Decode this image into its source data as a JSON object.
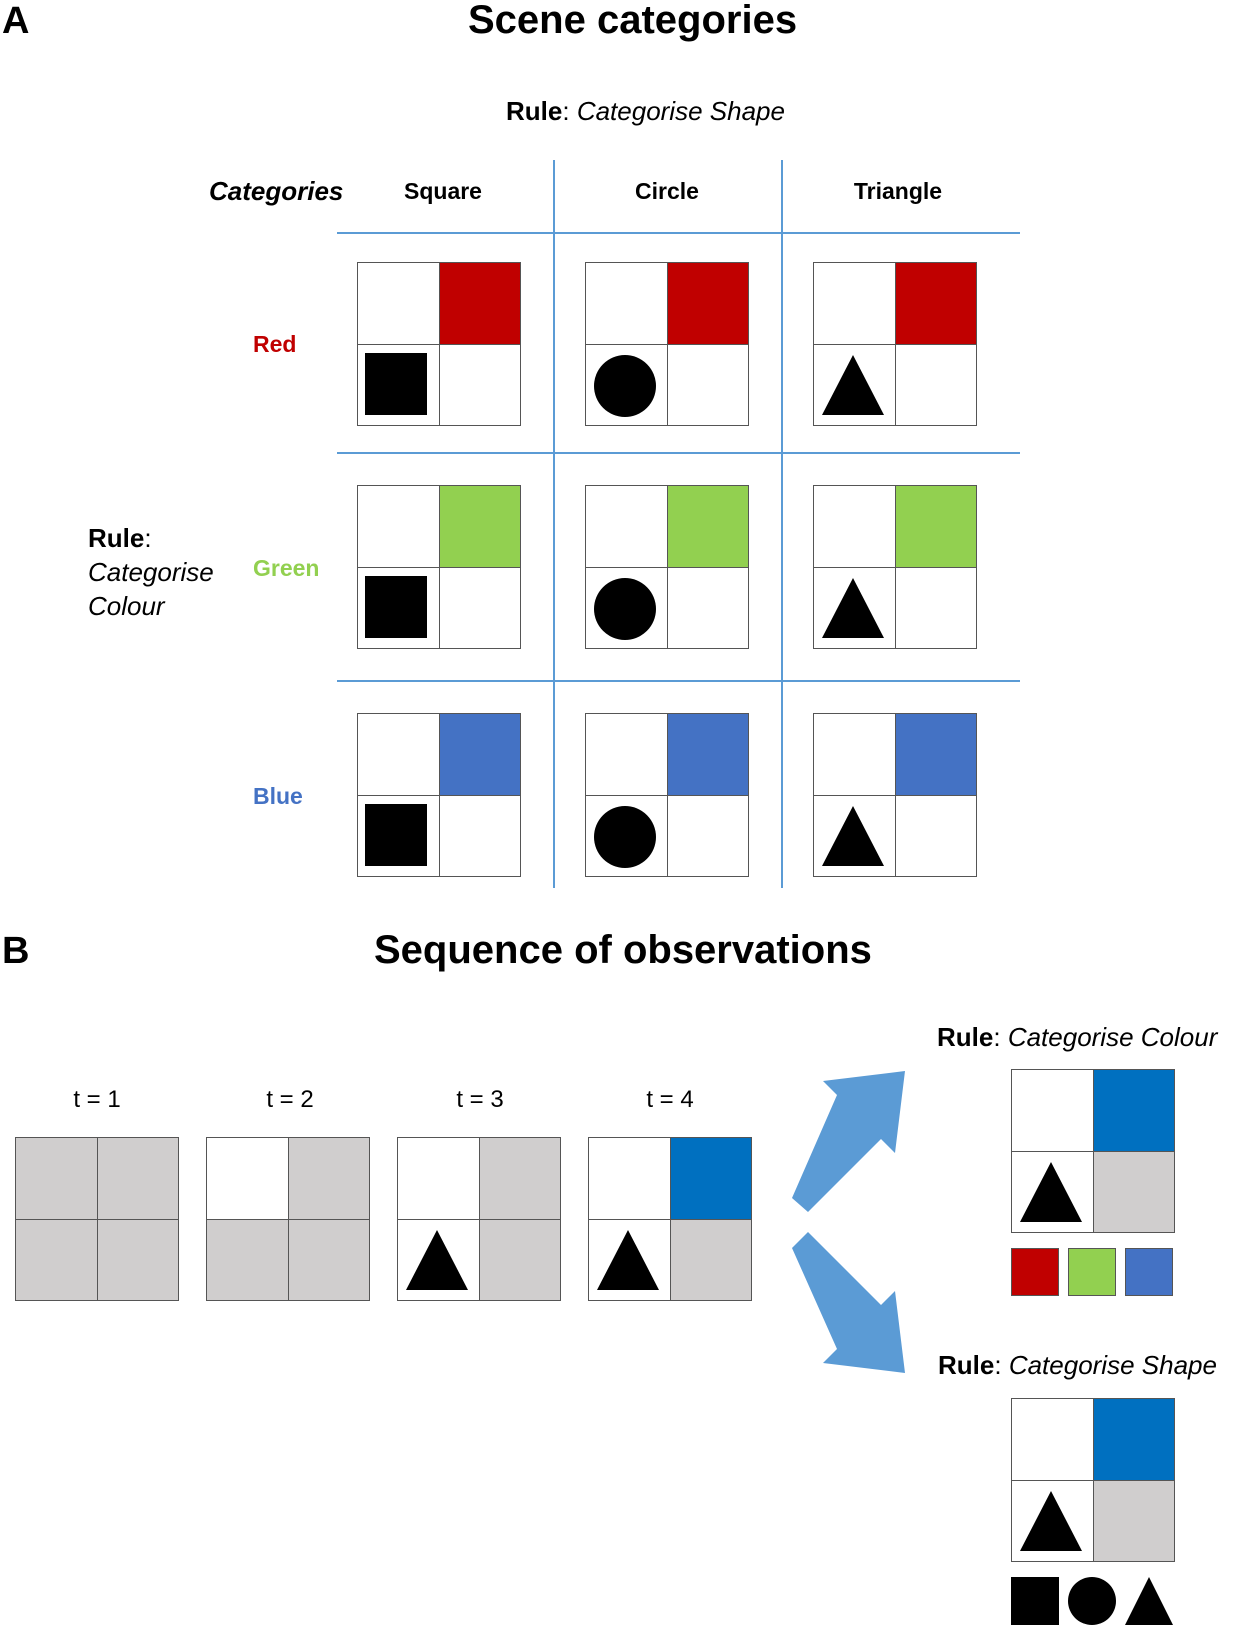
{
  "panel_a": {
    "letter": "A",
    "title": "Scene categories",
    "top_rule": {
      "bold": "Rule",
      "sep": ":",
      "text": "Categorise Shape"
    },
    "categories_label": "Categories",
    "columns": [
      "Square",
      "Circle",
      "Triangle"
    ],
    "side_rule": {
      "bold": "Rule",
      "sep": ":",
      "line1": "Categorise",
      "line2": "Colour"
    },
    "rows": [
      {
        "label": "Red",
        "color": "#c00000"
      },
      {
        "label": "Green",
        "color": "#92d050"
      },
      {
        "label": "Blue",
        "color": "#4472c4"
      }
    ]
  },
  "panel_b": {
    "letter": "B",
    "title": "Sequence of observations",
    "time_labels": [
      "t = 1",
      "t = 2",
      "t = 3",
      "t = 4"
    ],
    "reveal_color": "#0070c0",
    "hidden_color": "#d0cece",
    "arrow_color": "#5b9bd5",
    "colour_rule": {
      "bold": "Rule",
      "sep": ":",
      "text": "Categorise Colour"
    },
    "shape_rule": {
      "bold": "Rule",
      "sep": ":",
      "text": "Categorise Shape"
    },
    "colour_options": [
      "#c00000",
      "#92d050",
      "#4472c4"
    ],
    "shape_options": [
      "square",
      "circle",
      "triangle"
    ]
  }
}
